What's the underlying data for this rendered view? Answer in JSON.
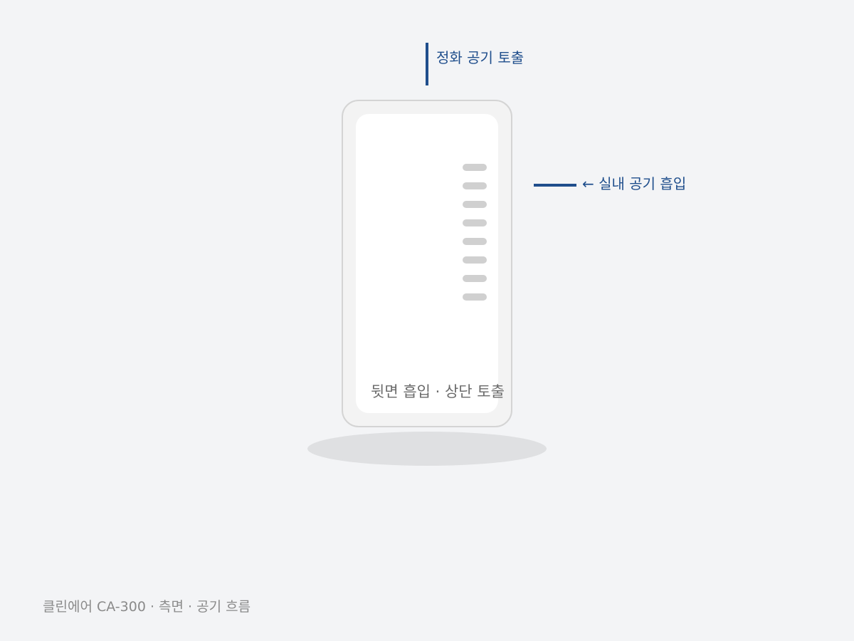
{
  "annotations": {
    "output_label": "정화 공기 토출",
    "intake_label": "← 실내 공기 흡입"
  },
  "device": {
    "caption": "뒷면 흡입 · 상단 토출",
    "vent_count": 8
  },
  "footer": {
    "caption": "클린에어 CA-300 · 측면 · 공기 흐름"
  },
  "colors": {
    "accent": "#1f4e8c",
    "background": "#f3f4f6",
    "device_border": "#d4d4d4",
    "vent": "#d0d0d0"
  }
}
